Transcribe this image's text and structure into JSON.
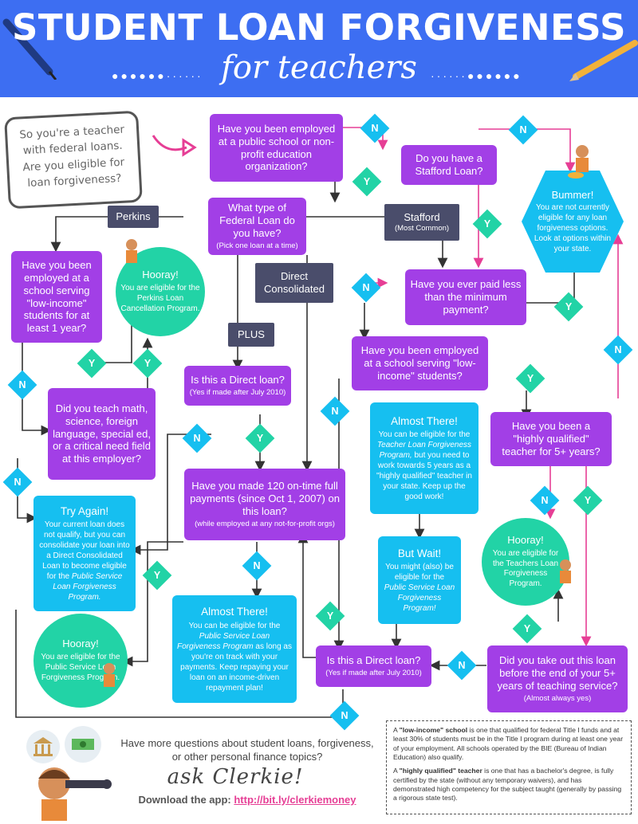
{
  "header": {
    "title": "STUDENT LOAN FORGIVENESS",
    "subtitle": "for teachers"
  },
  "intro": {
    "text": "So you're a teacher with federal loans. Are you eligible for loan forgiveness?"
  },
  "nodes": {
    "q_employed": "Have you been employed at a public school or non-profit education organization?",
    "q_stafford": "Do you have a Stafford Loan?",
    "bummer": {
      "head": "Bummer!",
      "body": "You are not currently eligible for any loan forgiveness options. Look at options within your state."
    },
    "q_type": {
      "main": "What type of Federal Loan do you have?",
      "sub": "(Pick one loan at a time)"
    },
    "perkins": "Perkins",
    "stafford": {
      "main": "Stafford",
      "sub": "(Most Common)"
    },
    "direct_consolidated": "Direct Consolidated",
    "plus": "PLUS",
    "q_low_income_1yr": "Have you been employed at a school serving \"low-income\" students for at least 1 year?",
    "hooray_perkins": {
      "head": "Hooray!",
      "body": "You are eligible for the Perkins Loan Cancellation Program."
    },
    "q_teach_fields": "Did you teach math, science, foreign language, special ed, or a critical need field at this employer?",
    "q_paid_less": "Have you ever paid less than the minimum payment?",
    "q_direct_plus": {
      "main": "Is this a Direct loan?",
      "sub": "(Yes if made after July 2010)"
    },
    "q_low_income": "Have you been employed at a school serving \"low-income\" students?",
    "almost_tlf": {
      "head": "Almost There!",
      "body_pre": "You can be eligible for the ",
      "body_em": "Teacher Loan Forgiveness Program,",
      "body_post": " but you need to work towards 5 years as a \"highly qualified\" teacher in your state. Keep up the good work!"
    },
    "q_highly_qualified": "Have you been a \"highly qualified\" teacher for 5+ years?",
    "try_again": {
      "head": "Try Again!",
      "body_pre": "Your current loan does not qualify, but you can consolidate your loan into a Direct Consolidated Loan to become eligible for the ",
      "body_em": "Public Service Loan Forgiveness Program."
    },
    "q_120": {
      "main": "Have you made 120 on-time full payments (since Oct 1, 2007) on this loan?",
      "sub": "(while employed at any not-for-profit orgs)"
    },
    "but_wait": {
      "head": "But Wait!",
      "body_pre": "You might (also) be eligible for the ",
      "body_em": "Public Service Loan Forgiveness Program!"
    },
    "hooray_teachers": {
      "head": "Hooray!",
      "body": "You are eligible for the Teachers Loan Forgiveness Program."
    },
    "almost_pslf": {
      "head": "Almost There!",
      "body_pre": "You can be eligible for the ",
      "body_em": "Public Service Loan Forgiveness Program",
      "body_post": " as long as you're on track with your payments. Keep repaying your loan on an income-driven repayment plan!"
    },
    "hooray_pslf": {
      "head": "Hooray!",
      "body": "You are eligible for the Public Service Loan Forgiveness Program."
    },
    "q_direct_2": {
      "main": "Is this a Direct loan?",
      "sub": "(Yes if made after July 2010)"
    },
    "q_before_end": {
      "main": "Did you take out this loan before the end of your 5+ years of teaching service?",
      "sub": "(Almost always yes)"
    }
  },
  "answers": {
    "yes": "Y",
    "no": "N"
  },
  "footer": {
    "question": "Have more questions about student loans, forgiveness, or other personal finance topics?",
    "ask": "ask Clerkie!",
    "download_label": "Download the app: ",
    "download_link": "http://bit.ly/clerkiemoney"
  },
  "notes": {
    "low_income_term": "\"low-income\" school",
    "low_income_pre": "A ",
    "low_income_body": " is one that qualified for federal Title I funds and at least 30% of students must be in the Title I program during at least one year of your employment. All schools operated by the BIE (Bureau of Indian Education) also qualify.",
    "hq_term": "\"highly qualified\" teacher",
    "hq_pre": "A ",
    "hq_body": " is one that has a bachelor's degree, is fully certified by the state (without any temporary waivers), and has demonstrated high competency for the subject taught (generally by passing a rigorous state test)."
  },
  "colors": {
    "header": "#3d6ef2",
    "question": "#a23fe6",
    "info": "#16bff0",
    "loan_type": "#4a4d6b",
    "eligible": "#22d3a6",
    "no_path": "#e63e95"
  },
  "icons": [
    "pen-icon",
    "pencil-icon",
    "curved-arrow-icon",
    "bank-icon",
    "money-icon",
    "character-icon"
  ]
}
